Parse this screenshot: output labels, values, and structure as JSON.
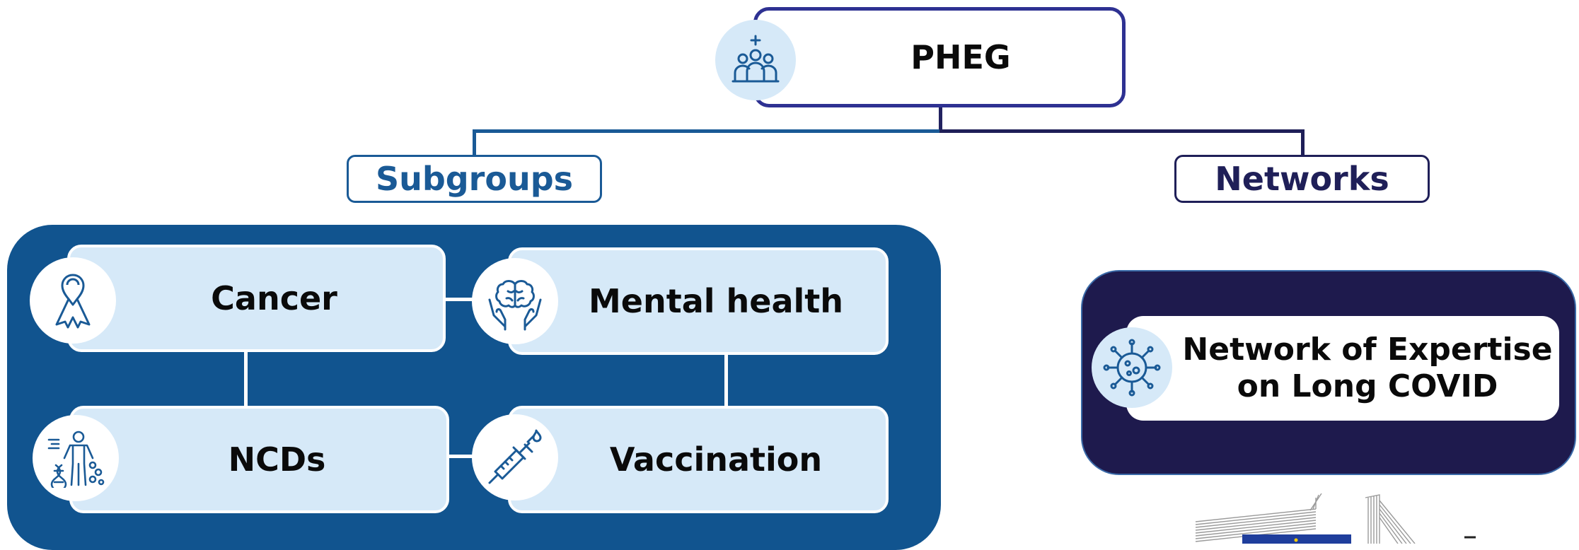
{
  "top": {
    "label": "PHEG",
    "icon": "people-medical-icon"
  },
  "branches": {
    "subgroups": {
      "label": "Subgroups",
      "color": "#1a5a96"
    },
    "networks": {
      "label": "Networks",
      "color": "#1f1f58"
    }
  },
  "subgroups": [
    {
      "label": "Cancer",
      "icon": "awareness-ribbon-icon"
    },
    {
      "label": "Mental health",
      "icon": "brain-hands-icon"
    },
    {
      "label": "NCDs",
      "icon": "human-figure-dna-icon"
    },
    {
      "label": "Vaccination",
      "icon": "syringe-icon"
    }
  ],
  "networks": [
    {
      "label_line1": "Network of Expertise",
      "label_line2": "on Long COVID",
      "icon": "virus-icon"
    }
  ],
  "colors": {
    "subgroups_panel": "#11548f",
    "networks_panel": "#1e1a4d",
    "pill_fill": "#d6e9f8",
    "pheg_border": "#2e3192",
    "eu_blue": "#1f3e9c"
  }
}
